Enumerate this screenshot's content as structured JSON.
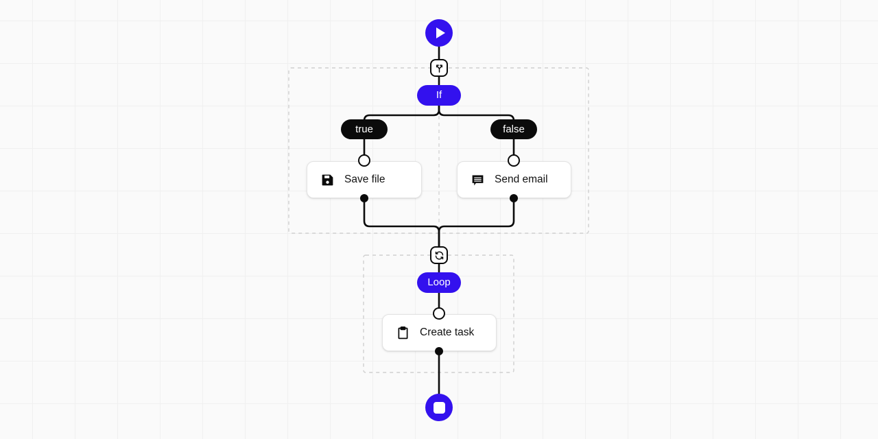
{
  "canvas": {
    "background_color": "#fafafa",
    "grid_color": "#f0f0f0",
    "grid_size": 62
  },
  "theme": {
    "accent": "#3311ee",
    "pill_dark": "#0b0b0b",
    "edge_color": "#0b0b0b",
    "card_bg": "#ffffff",
    "card_border": "#e3e3e3",
    "group_border": "#cfcfcf"
  },
  "terminals": {
    "start": {
      "name": "start",
      "icon": "play-icon"
    },
    "stop": {
      "name": "stop",
      "icon": "stop-icon"
    }
  },
  "badges": {
    "branch": {
      "icon": "branch-icon",
      "tooltip": "branch"
    },
    "loop": {
      "icon": "refresh-icon",
      "tooltip": "loop"
    }
  },
  "controls": {
    "if": {
      "label": "If"
    },
    "loop": {
      "label": "Loop"
    }
  },
  "branches": {
    "true": {
      "label": "true"
    },
    "false": {
      "label": "false"
    }
  },
  "nodes": [
    {
      "id": "save-file",
      "label": "Save file",
      "icon": "floppy-disk-icon"
    },
    {
      "id": "send-email",
      "label": "Send email",
      "icon": "message-icon"
    },
    {
      "id": "create-task",
      "label": "Create task",
      "icon": "clipboard-icon"
    }
  ]
}
